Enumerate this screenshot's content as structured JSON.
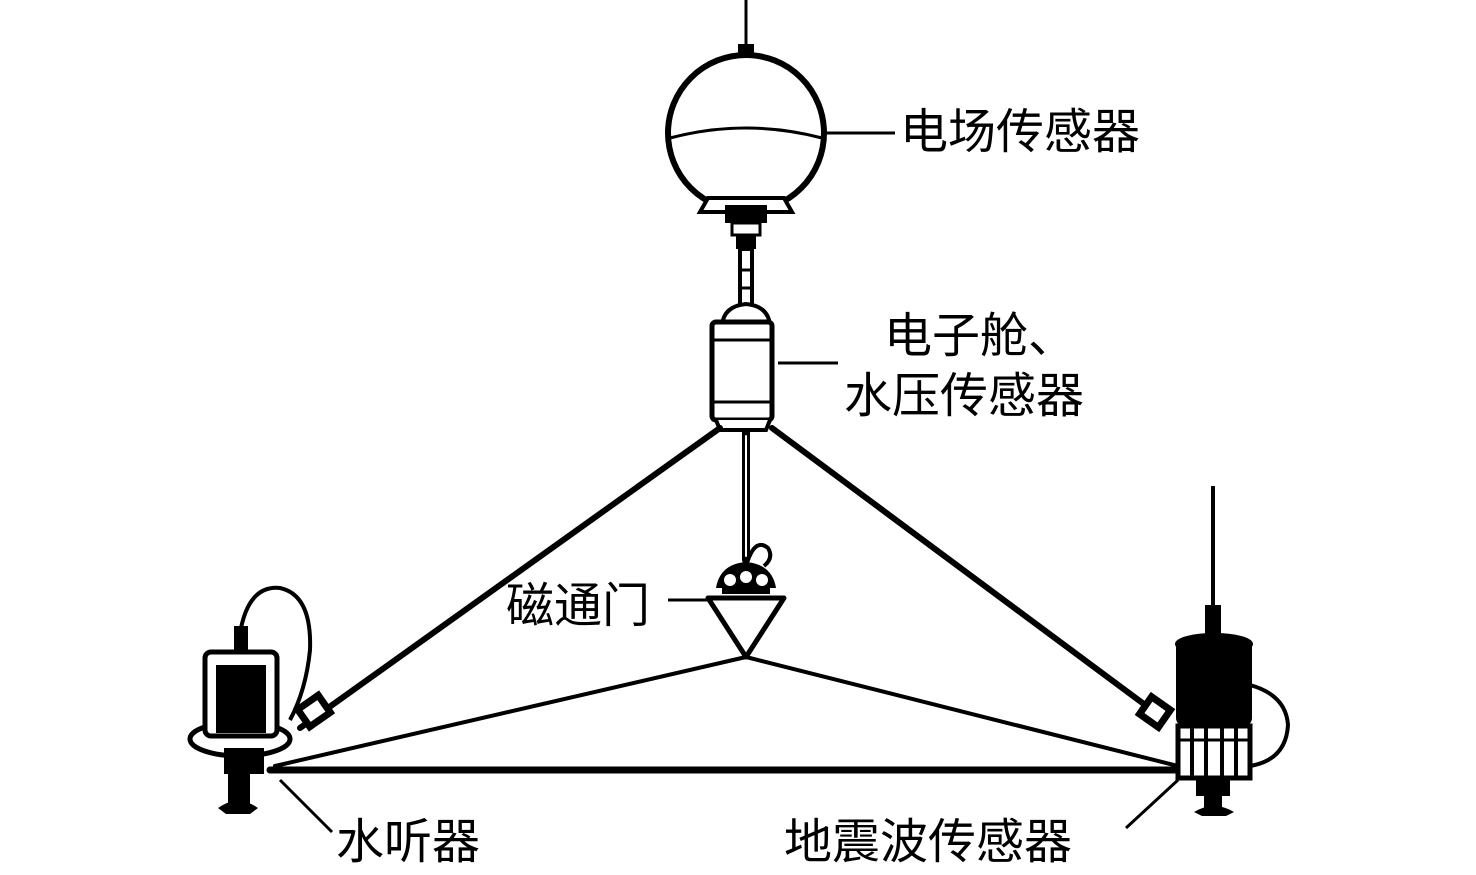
{
  "labels": {
    "electric_field_sensor": "电场传感器",
    "electronic_cabin_line1": "电子舱、",
    "electronic_cabin_line2": "水压传感器",
    "fluxgate": "磁通门",
    "hydrophone": "水听器",
    "seismic_sensor": "地震波传感器"
  },
  "colors": {
    "ink": "#000000",
    "paper": "#ffffff"
  }
}
